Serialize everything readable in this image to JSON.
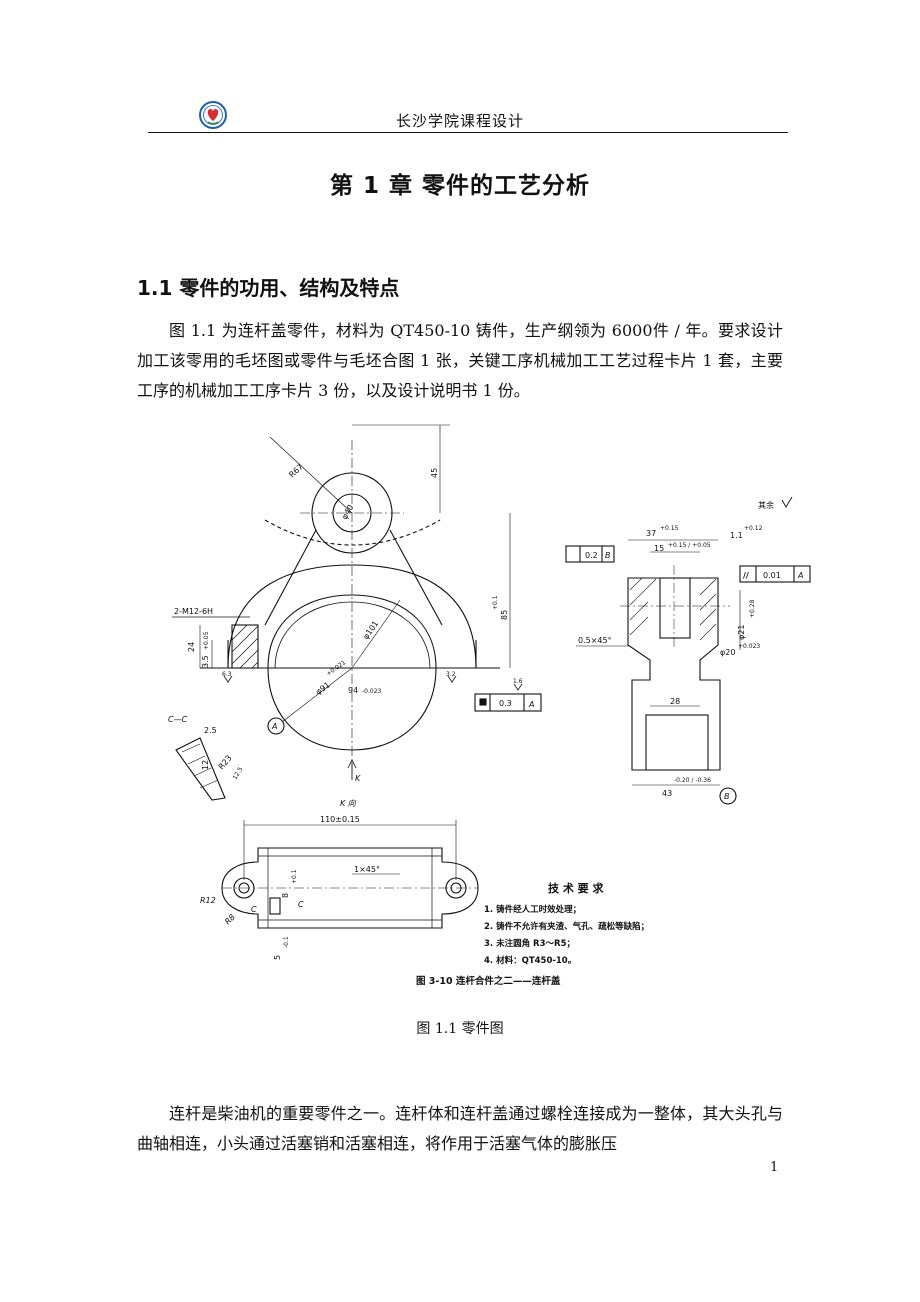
{
  "header": {
    "school_title": "长沙学院课程设计"
  },
  "chapter": {
    "title": "第 1 章  零件的工艺分析"
  },
  "section": {
    "title": "1.1 零件的功用、结构及特点"
  },
  "paragraphs": {
    "p1": "图 1.1 为连杆盖零件，材料为 QT450-10 铸件，生产纲领为 6000件 / 年。要求设计加工该零用的毛坯图或零件与毛坯合图 1 张，关键工序机械加工工艺过程卡片 1 套，主要工序的机械加工工序卡片 3 份，以及设计说明书 1 份。",
    "p2": "连杆是柴油机的重要零件之一。连杆体和连杆盖通过螺栓连接成为一整体，其大头孔与曲轴相连，小头通过活塞销和活塞相连，将作用于活塞气体的膨胀压"
  },
  "figure": {
    "caption": "图 1.1 零件图",
    "drawing": {
      "rest_roughness": "其余",
      "dim_r67": "R67",
      "dim_45": "45",
      "dim_phi40": "φ40",
      "dim_85": "85",
      "dim_85_tol": "+0.1",
      "dim_phi101": "φ101",
      "dim_phi91": "φ91",
      "dim_phi91_tol": "+0.021",
      "dim_94": "94",
      "dim_94_tol": "-0.023",
      "thread": "2-M12-6H",
      "dim_24": "24",
      "dim_3_5": "3.5",
      "dim_3_5_tol": "+0.05",
      "dim_1_6": "1.6",
      "dim_6_3": "6.3",
      "dim_3_2": "3.2",
      "dim_12_5": "12.5",
      "tol_flatness": "0.3",
      "datum_a": "A",
      "datum_b": "B",
      "datum_circle_a": "A",
      "datum_circle_b": "B",
      "section_cc": "C—C",
      "dim_2_5": "2.5",
      "dim_12": "12",
      "dim_r23": "R23",
      "view_k": "K",
      "view_k_title": "K 向",
      "dim_110": "110±0.15",
      "chamfer_1x45": "1×45°",
      "dim_r12": "R12",
      "dim_r8": "R8",
      "dim_8": "8",
      "dim_8_tol": "+0.1",
      "dim_5": "5",
      "dim_5_tol": "-0.1",
      "label_c": "C",
      "dim_37": "37",
      "dim_37_tol": "+0.15",
      "dim_15": "15",
      "dim_15_tol": "+0.15 / +0.05",
      "dim_1_1": "1.1",
      "dim_1_1_tol": "+0.12",
      "tol_pos_b": "0.2",
      "tol_parallel": "0.01",
      "dim_phi21": "φ21",
      "dim_phi21_tol": "+0.28",
      "dim_phi20": "φ20",
      "dim_phi20_tol": "+0.023",
      "chamfer_0_5": "0.5×45°",
      "dim_28": "28",
      "dim_43": "43",
      "dim_43_tol": "-0.20 / -0.36",
      "tech_title": "技 术 要 求",
      "tech_1": "1. 铸件经人工时效处理；",
      "tech_2": "2. 铸件不允许有夹渣、气孔、疏松等缺陷；",
      "tech_3": "3. 未注圆角 R3～R5；",
      "tech_4": "4. 材料：QT450-10。",
      "fig_label": "图 3-10    连杆合件之二——连杆盖"
    }
  },
  "page_number": "1"
}
